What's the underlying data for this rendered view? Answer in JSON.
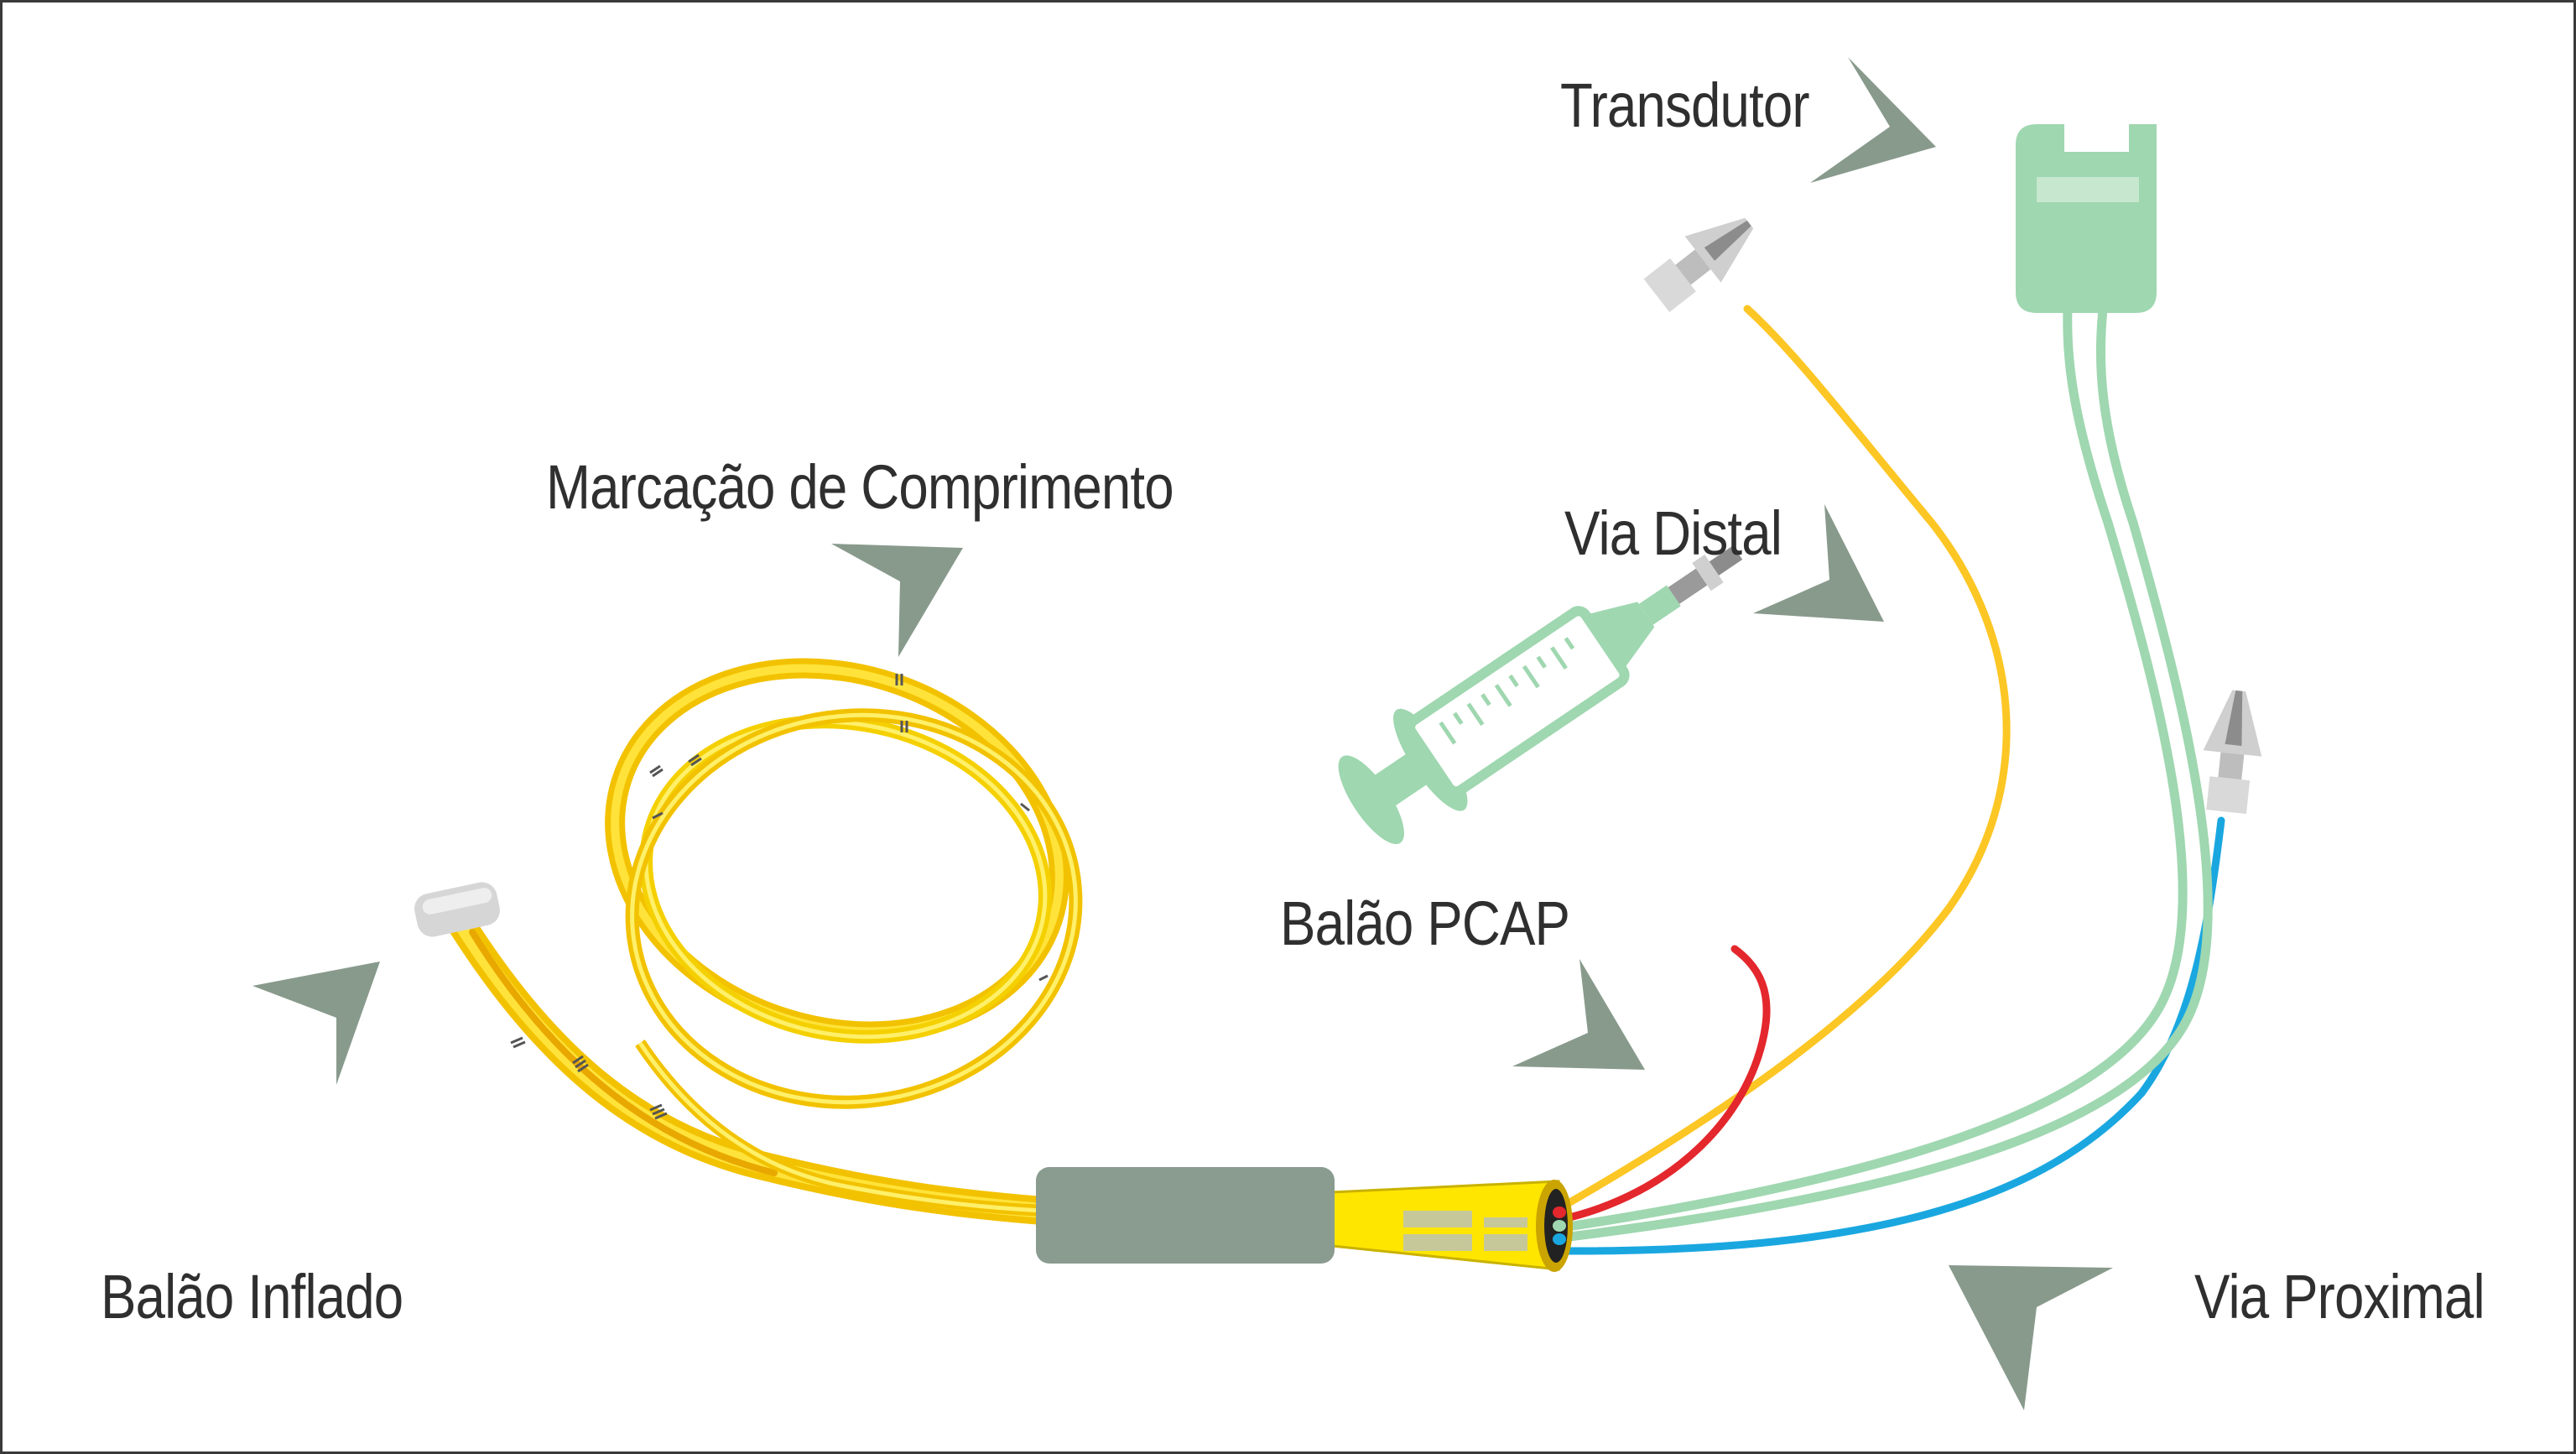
{
  "labels": {
    "transdutor": "Transdutor",
    "marcacao": "Marcação de Comprimento",
    "via_distal": "Via Distal",
    "balao_pcap": "Balão PCAP",
    "balao_inflado": "Balão Inflado",
    "via_proximal": "Via Proximal"
  },
  "colors": {
    "catheter_yellow": "#ffd500",
    "catheter_yellow_edge": "#e8b400",
    "distal_line": "#fcc624",
    "proximal_line": "#1aa7e0",
    "pcap_line": "#e3272d",
    "mint_green": "#9fd7b0",
    "arrow_gray": "#889a8c",
    "hub_gray": "#8a9b90",
    "text": "#2f2f2f"
  }
}
